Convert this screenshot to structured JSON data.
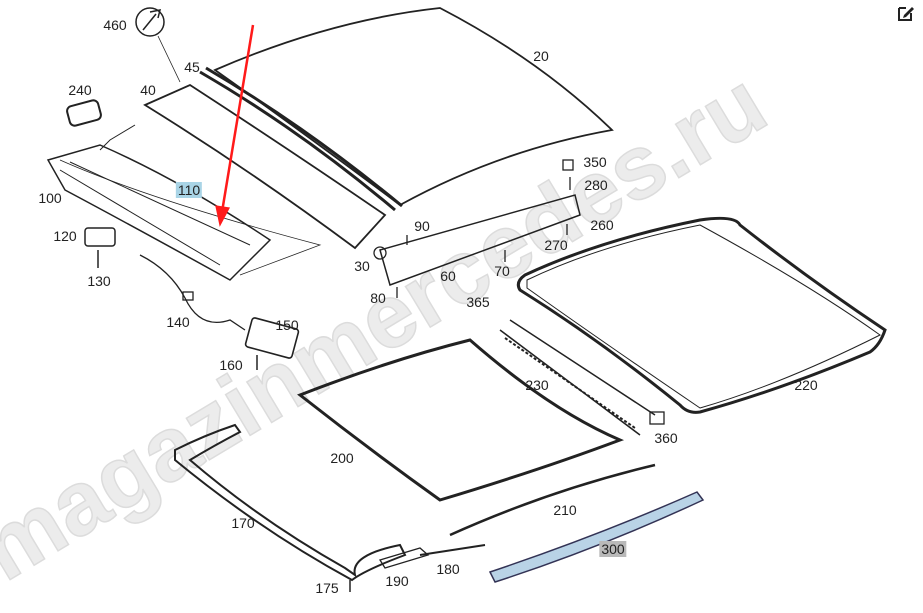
{
  "watermark": "magazinmercedes.ru",
  "edit_icon": "edit-icon",
  "highlight_colors": {
    "blue": "#a9d4e6",
    "gray": "#b9b9b9",
    "arrow": "#ff1a1a"
  },
  "labels": {
    "p460": "460",
    "p45": "45",
    "p40": "40",
    "p20": "20",
    "p240": "240",
    "p110": "110",
    "p100": "100",
    "p120": "120",
    "p130": "130",
    "p140": "140",
    "p150": "150",
    "p160": "160",
    "p350": "350",
    "p280": "280",
    "p260": "260",
    "p270": "270",
    "p90": "90",
    "p30": "30",
    "p60": "60",
    "p70": "70",
    "p80": "80",
    "p365": "365",
    "p230": "230",
    "p220": "220",
    "p360": "360",
    "p200": "200",
    "p210": "210",
    "p170": "170",
    "p300": "300",
    "p180": "180",
    "p190": "190",
    "p175": "175"
  }
}
